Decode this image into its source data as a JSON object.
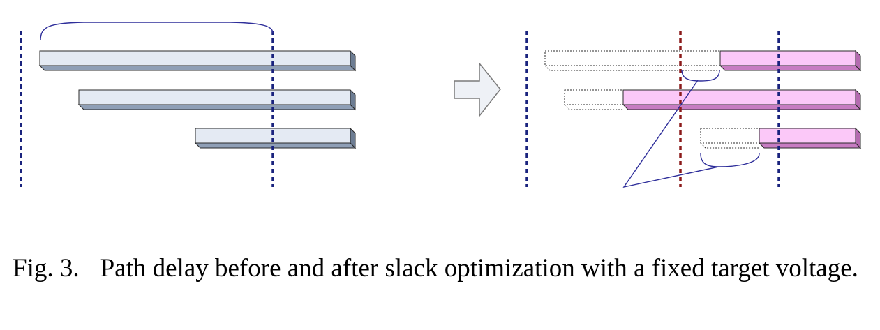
{
  "figure": {
    "caption_label": "Fig. 3.",
    "caption_text": "Path delay before and after slack optimization with a fixed target voltage.",
    "colors": {
      "original_path_fill": "#e4eaf3",
      "optimized_path_fill": "#fbc8f8",
      "timing_line_blue": "#1a237e",
      "target_line_red": "#8b1a1a",
      "bracket_stroke": "#2e2e9a",
      "arrow_fill": "#eef1f6",
      "arrow_stroke": "#7a7a7a"
    },
    "panels": {
      "before": {
        "paths": 3
      },
      "after": {
        "paths": 3
      }
    }
  }
}
